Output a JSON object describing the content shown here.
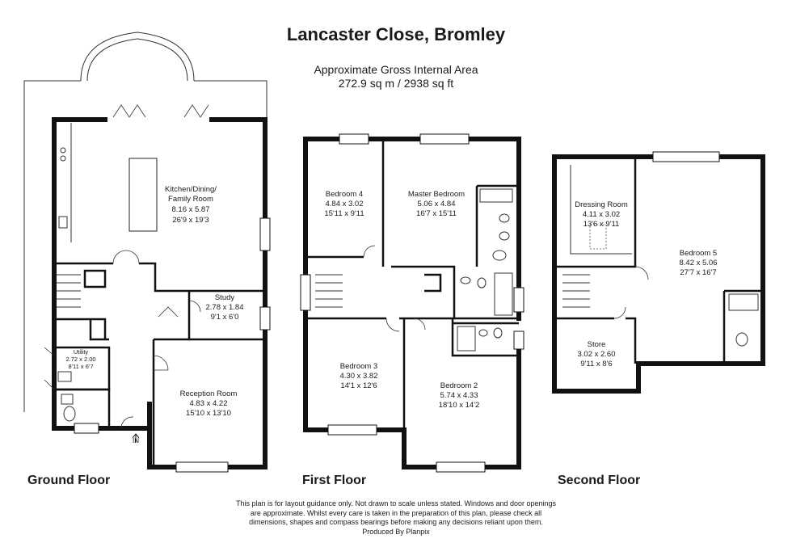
{
  "header": {
    "title": "Lancaster Close, Bromley",
    "area_label": "Approximate Gross Internal Area",
    "area_value": "272.9 sq m / 2938 sq ft"
  },
  "floors": {
    "ground": "Ground Floor",
    "first": "First Floor",
    "second": "Second Floor"
  },
  "rooms": {
    "kitchen": {
      "name1": "Kitchen/Dining/",
      "name2": "Family Room",
      "metric": "8.16 x 5.87",
      "imperial": "26'9 x 19'3"
    },
    "study": {
      "name": "Study",
      "metric": "2.78 x 1.84",
      "imperial": "9'1 x 6'0"
    },
    "utility": {
      "name": "Utility",
      "metric": "2.72 x 2.00",
      "imperial": "8'11 x 6'7"
    },
    "reception": {
      "name": "Reception Room",
      "metric": "4.83 x 4.22",
      "imperial": "15'10 x 13'10"
    },
    "bedroom4": {
      "name": "Bedroom 4",
      "metric": "4.84 x 3.02",
      "imperial": "15'11 x 9'11"
    },
    "master": {
      "name": "Master Bedroom",
      "metric": "5.06 x 4.84",
      "imperial": "16'7 x 15'11"
    },
    "bedroom3": {
      "name": "Bedroom 3",
      "metric": "4.30 x 3.82",
      "imperial": "14'1 x 12'6"
    },
    "bedroom2": {
      "name": "Bedroom 2",
      "metric": "5.74 x 4.33",
      "imperial": "18'10 x 14'2"
    },
    "dressing": {
      "name": "Dressing Room",
      "metric": "4.11 x 3.02",
      "imperial": "13'6 x 9'11"
    },
    "bedroom5": {
      "name": "Bedroom 5",
      "metric": "8.42 x 5.06",
      "imperial": "27'7 x 16'7"
    },
    "store": {
      "name": "Store",
      "metric": "3.02 x 2.60",
      "imperial": "9'11 x 8'6"
    }
  },
  "entrance_label": "IN",
  "footer": {
    "line1": "This plan is for layout guidance only. Not drawn to scale unless stated. Windows and door openings",
    "line2": "are approximate. Whilst every care is taken in the preparation of this plan, please check all",
    "line3": "dimensions, shapes and compass bearings before making any decisions reliant upon them.",
    "line4": "Produced By Planpix"
  }
}
